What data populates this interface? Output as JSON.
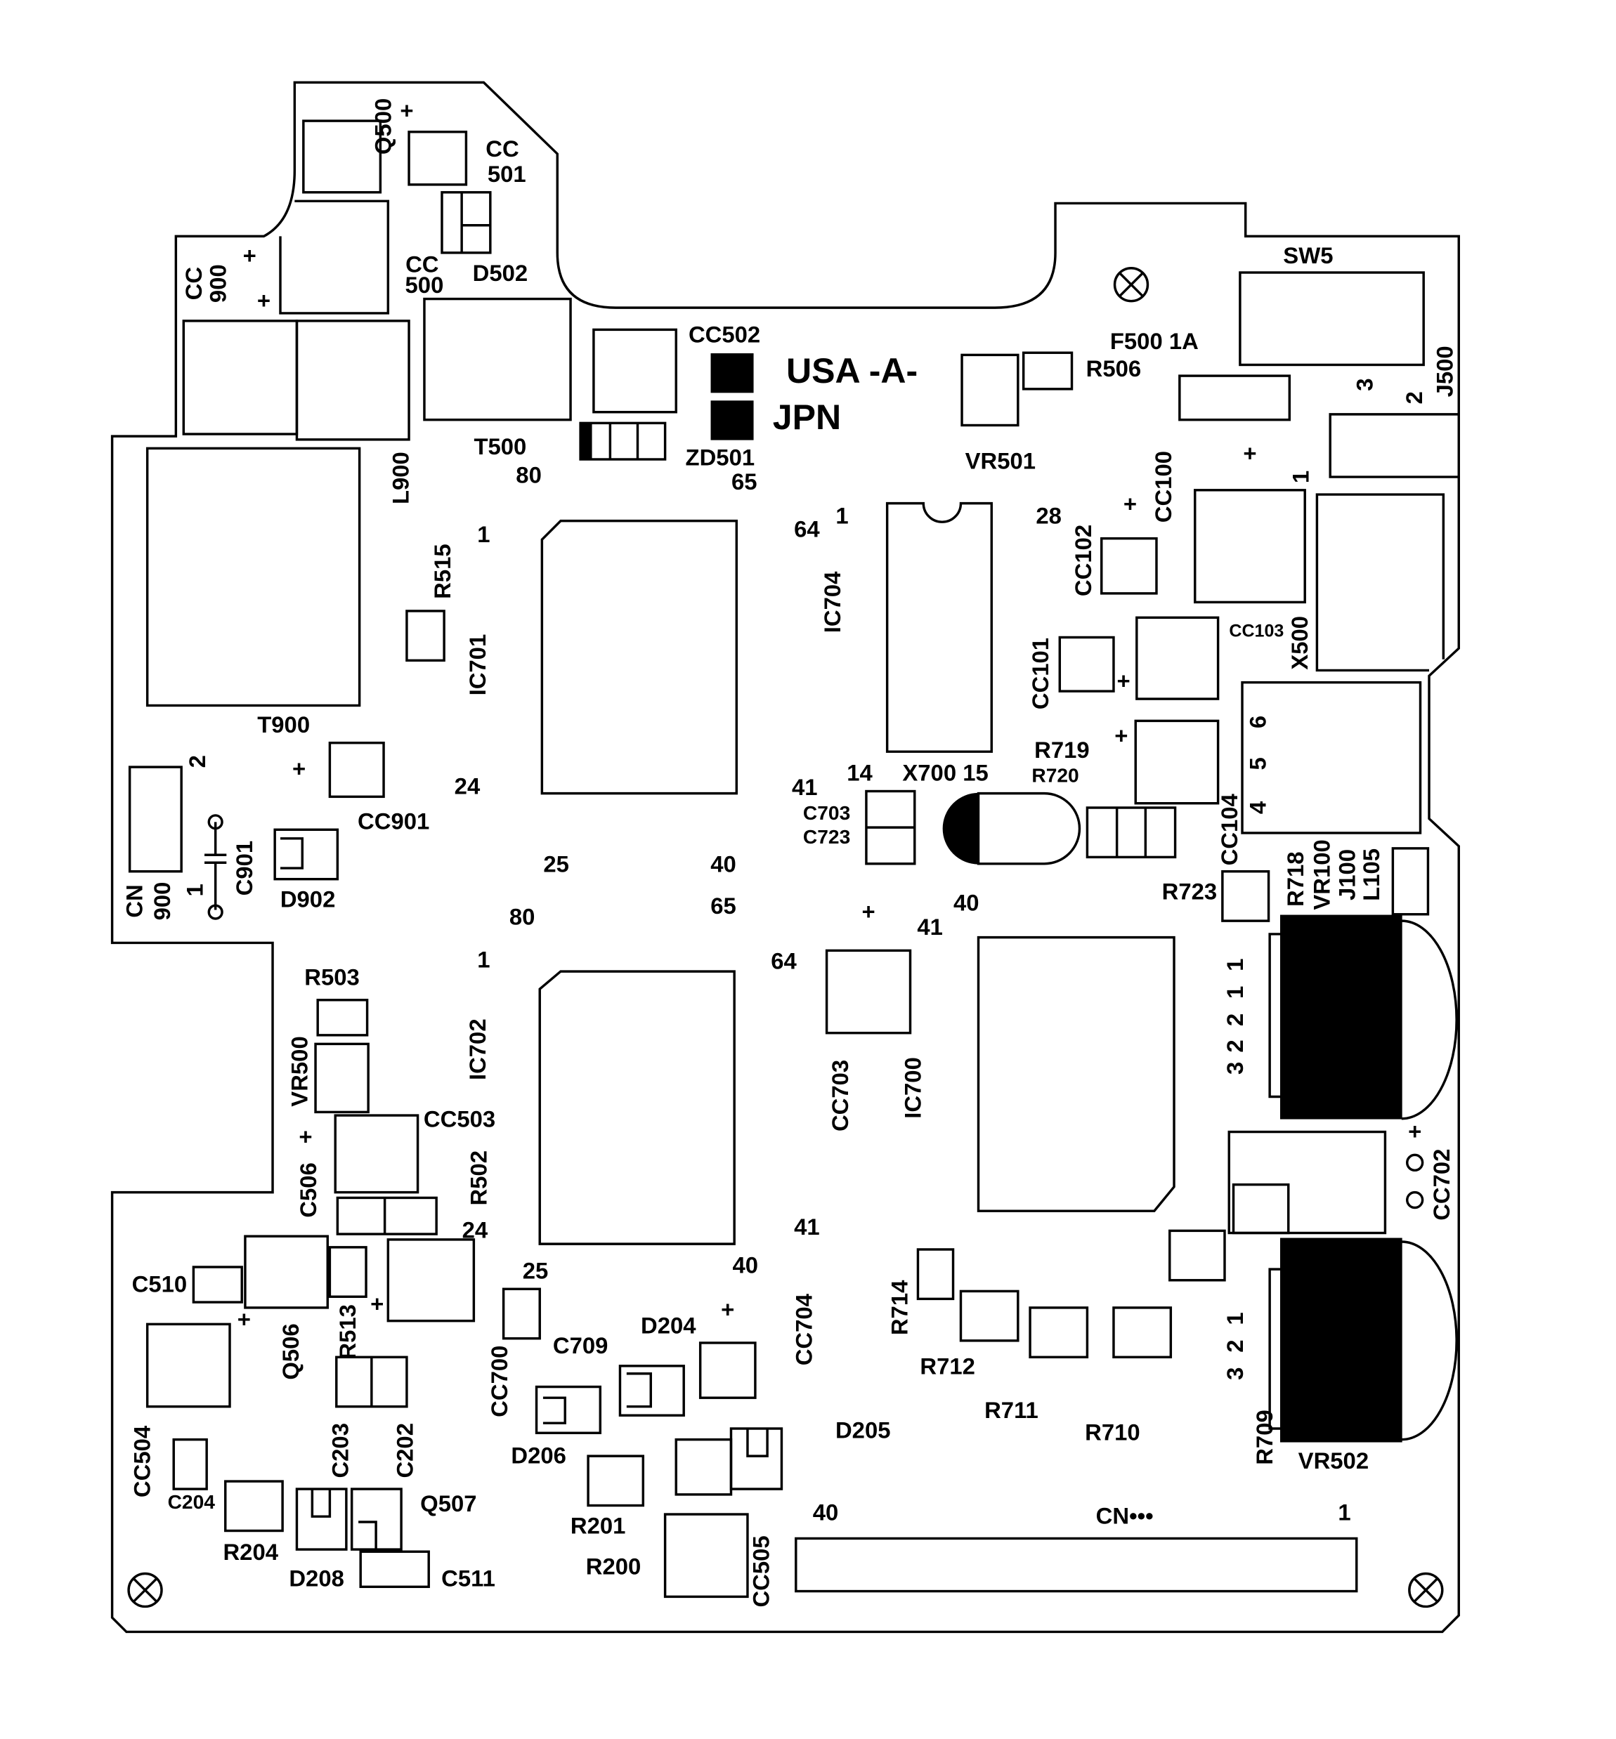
{
  "labels": [
    "Q500",
    "+",
    "CC",
    "501",
    "CC",
    "900",
    "+",
    "+",
    "CC",
    "500",
    "D502",
    "CC502",
    "USA  -A-",
    "JPN",
    "T500",
    "80",
    "ZD501",
    "65",
    "L900",
    "F500  1A",
    "R506",
    "SW5",
    "J500",
    "3",
    "2",
    "VR501",
    "+",
    "1",
    "CC100",
    "+",
    "28",
    "CC102",
    "1",
    "R515",
    "IC701",
    "64",
    "1",
    "IC704",
    "CC103",
    "X500",
    "CC101",
    "+",
    "6",
    "5",
    "4",
    "T900",
    "2",
    "+",
    "24",
    "CC901",
    "+",
    "R719",
    "R720",
    "41",
    "14",
    "X700 15",
    "C703",
    "C723",
    "CC104",
    "C901",
    "D902",
    "CN",
    "900",
    "1",
    "25",
    "40",
    "R723",
    "R718",
    "VR100",
    "J100",
    "L105",
    "80",
    "65",
    "+",
    "40",
    "41",
    "1",
    "64",
    "R503",
    "1",
    "1",
    "2",
    "2",
    "3",
    "IC702",
    "VR500",
    "CC703",
    "IC700",
    "+",
    "CC503",
    "C506",
    "R502",
    "CC702",
    "+",
    "24",
    "41",
    "25",
    "40",
    "C510",
    "+",
    "+",
    "R513",
    "Q506",
    "D204",
    "+",
    "CC704",
    "C709",
    "R714",
    "R712",
    "R711",
    "R710",
    "1",
    "2",
    "3",
    "CC700",
    "CC504",
    "C203",
    "C202",
    "D206",
    "D205",
    "R709",
    "VR502",
    "C204",
    "Q507",
    "R201",
    "R200",
    "40",
    "CN•••",
    "1",
    "R204",
    "D208",
    "C511",
    "CC505"
  ]
}
